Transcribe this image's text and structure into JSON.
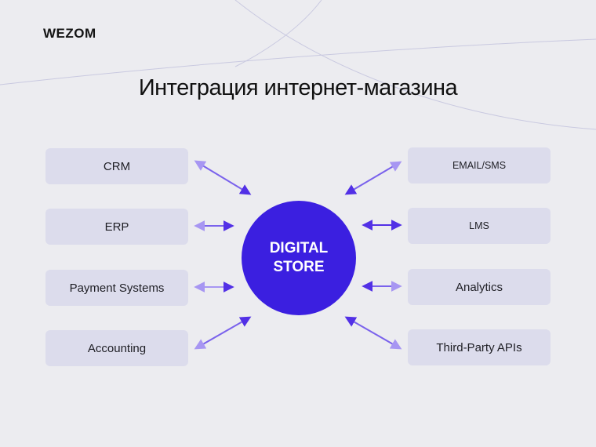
{
  "logo": "WEZOM",
  "title": "Интеграция интернет-магазина",
  "hub": {
    "line1": "DIGITAL",
    "line2": "STORE"
  },
  "left_nodes": [
    "CRM",
    "ERP",
    "Payment Systems",
    "Accounting"
  ],
  "right_nodes": [
    "EMAIL/SMS",
    "LMS",
    "Analytics",
    "Third-Party APIs"
  ],
  "colors": {
    "hub": "#3b1fe0",
    "node_bg": "#dcdcec",
    "arrow_dark": "#5230e6",
    "arrow_light": "#a796f2",
    "background": "#ececf0"
  }
}
